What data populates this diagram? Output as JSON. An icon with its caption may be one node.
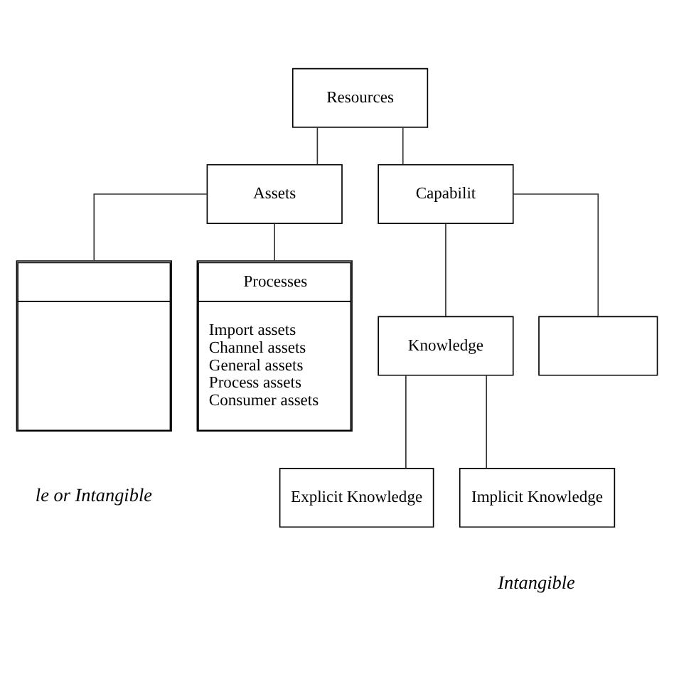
{
  "diagram": {
    "nodes": [
      {
        "text": [
          "Resources"
        ]
      },
      {
        "text": [
          "Assets"
        ]
      },
      {
        "text": [
          "Capabilit"
        ]
      },
      {
        "text": [],
        "shape": "box"
      },
      {
        "text": [
          "Processes",
          "Import assets",
          "Channel assets",
          "General assets",
          "Process assets",
          "Consumer assets"
        ]
      },
      {
        "text": [
          "Knowledge"
        ]
      },
      {
        "text": [],
        "shape": "box"
      },
      {
        "text": [
          "Explicit Knowledge"
        ]
      },
      {
        "text": [
          "Implicit Knowledge"
        ]
      }
    ],
    "edges": [
      {
        "from": 0,
        "to": 1,
        "arrow": "none"
      },
      {
        "from": 0,
        "to": 2,
        "arrow": "none"
      },
      {
        "from": 1,
        "to": 3,
        "arrow": "none"
      },
      {
        "from": 1,
        "to": 4,
        "arrow": "none"
      },
      {
        "from": 2,
        "to": 5,
        "arrow": "none"
      },
      {
        "from": 2,
        "to": 6,
        "arrow": "none"
      },
      {
        "from": 5,
        "to": 7,
        "arrow": "none"
      },
      {
        "from": 5,
        "to": 8,
        "arrow": "none"
      }
    ],
    "labels": [
      "le or Intangible",
      "Intangible"
    ]
  }
}
